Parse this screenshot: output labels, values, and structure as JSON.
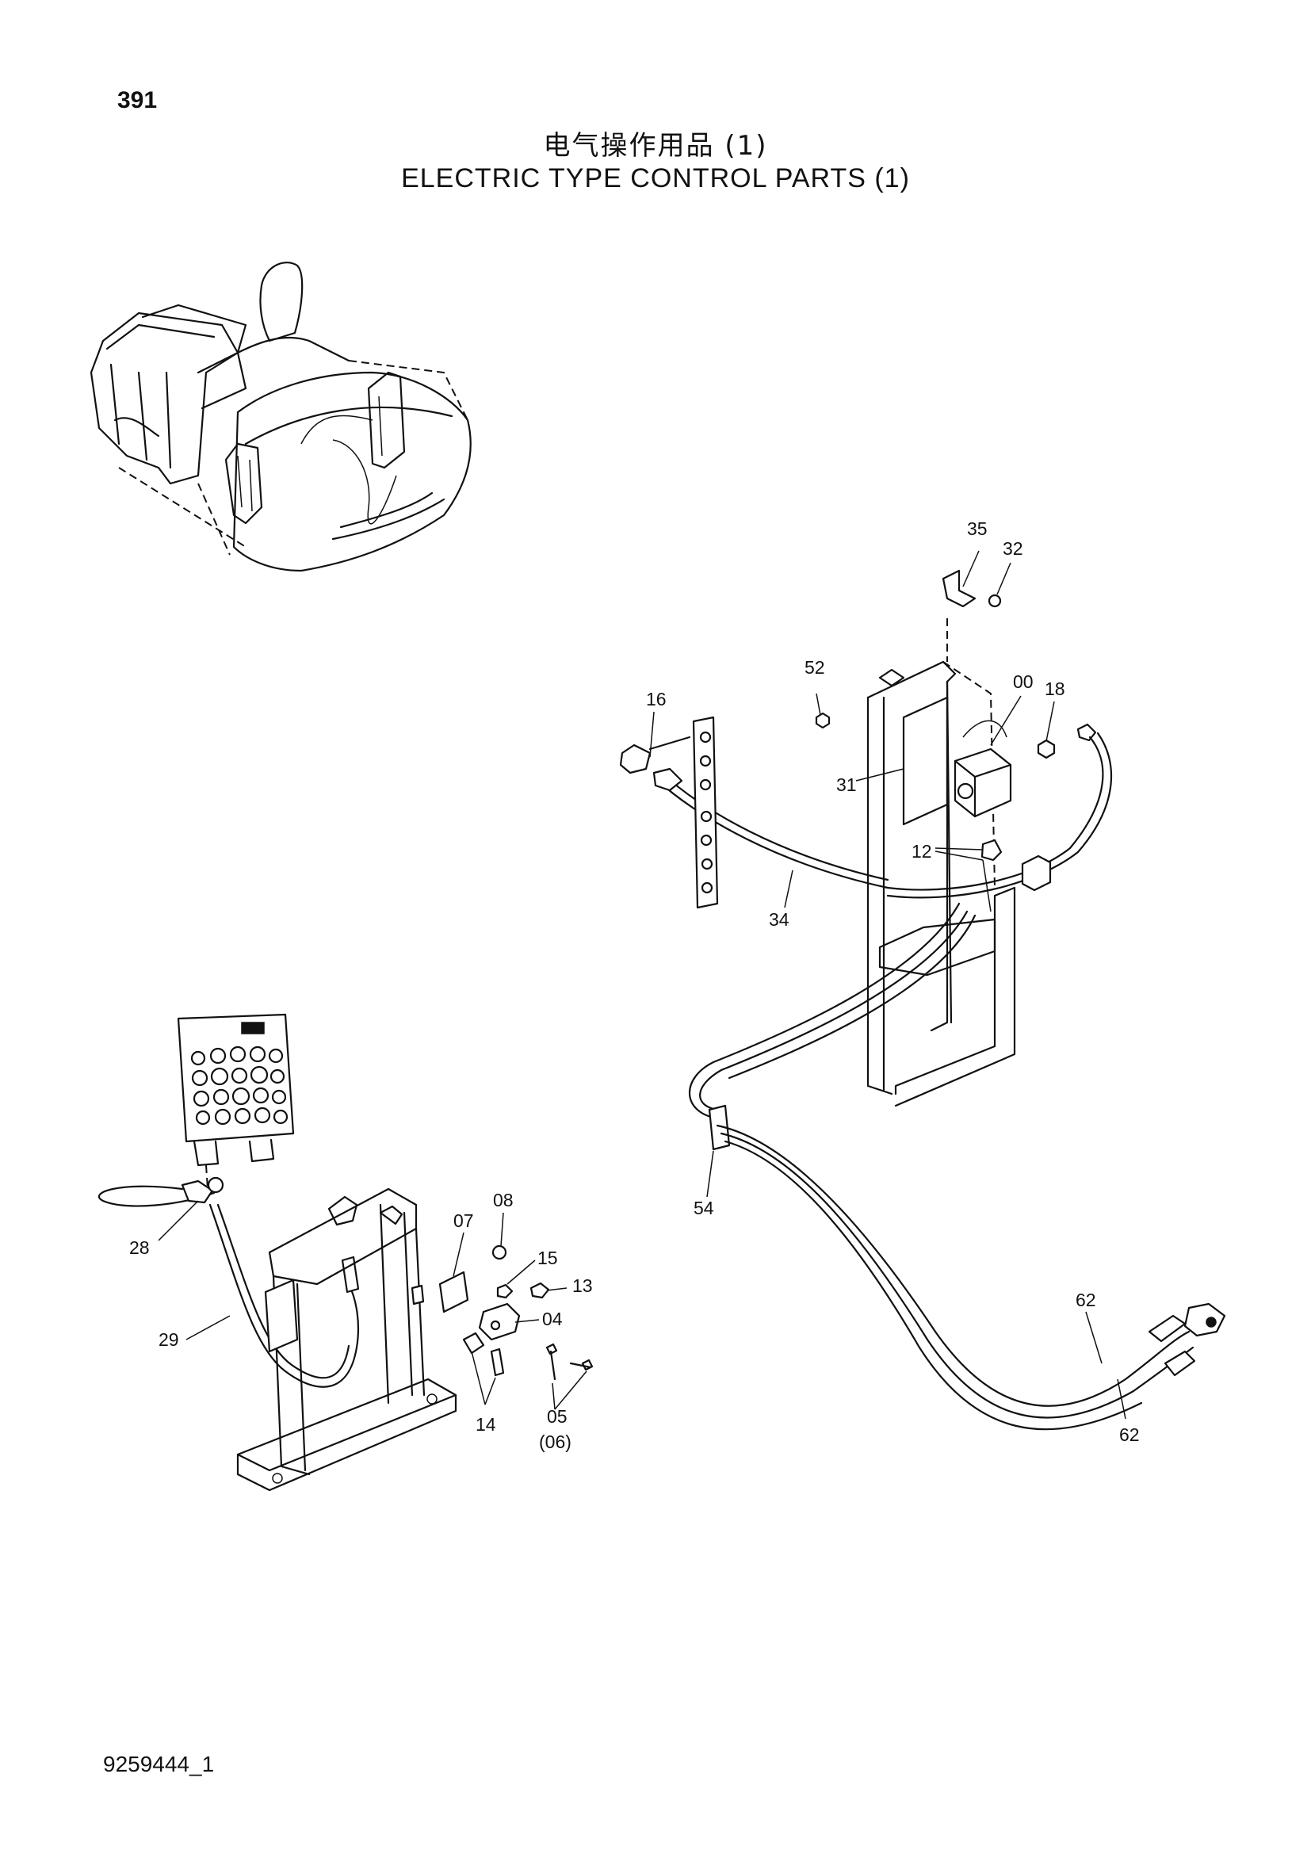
{
  "page_number": "391",
  "title_cn": "电气操作用品 (1)",
  "title_en": "ELECTRIC TYPE CONTROL PARTS (1)",
  "doc_id": "9259444_1",
  "callouts": {
    "c35": "35",
    "c32": "32",
    "c52": "52",
    "c00": "00",
    "c18": "18",
    "c16": "16",
    "c31": "31",
    "c12": "12",
    "c34": "34",
    "c54": "54",
    "c62a": "62",
    "c62b": "62",
    "c08": "08",
    "c07": "07",
    "c15": "15",
    "c13": "13",
    "c04": "04",
    "c28": "28",
    "c29": "29",
    "c14": "14",
    "c05": "05",
    "c06": "(06)"
  }
}
